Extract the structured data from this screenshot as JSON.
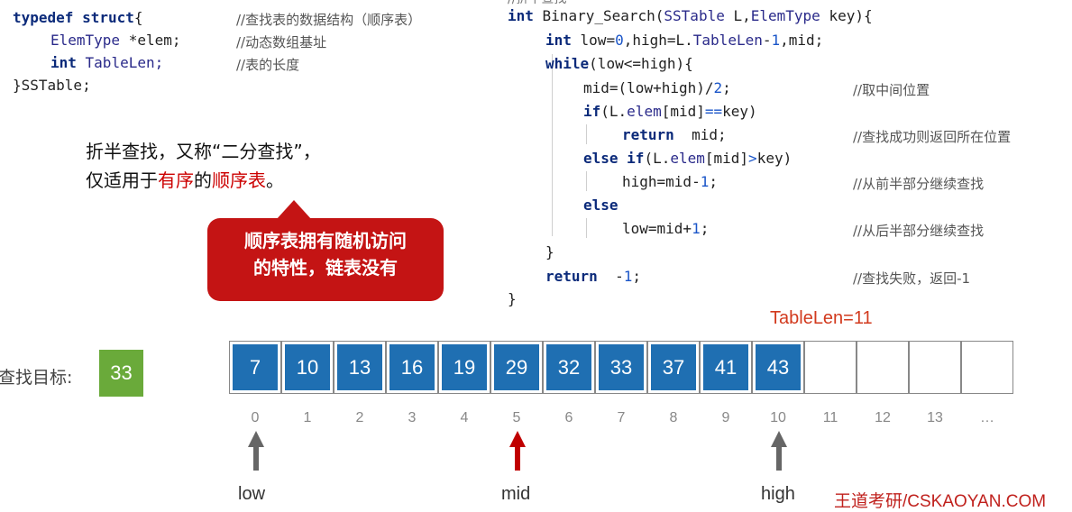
{
  "struct_code": {
    "line1_kw": "typedef struct",
    "line1_rest": "{",
    "line1_comment": "//查找表的数据结构（顺序表）",
    "line2_type": "ElemType",
    "line2_rest": " *elem;",
    "line2_comment": "//动态数组基址",
    "line3_kw": "int",
    "line3_rest": " TableLen;",
    "line3_comment": "//表的长度",
    "line4": "}SSTable;"
  },
  "note_text": {
    "line1": "折半查找，又称“二分查找”，",
    "line2_prefix": "仅适用于",
    "line2_red1": "有序",
    "line2_mid": "的",
    "line2_red2": "顺序表",
    "line2_suffix": "。"
  },
  "callout": {
    "line1": "顺序表拥有随机访问",
    "line2": "的特性，链表没有"
  },
  "search_code": {
    "top_comment": "//折半查找",
    "lines": [
      {
        "id": "sig",
        "comment": ""
      },
      {
        "id": "decl",
        "comment": ""
      },
      {
        "id": "while",
        "comment": ""
      },
      {
        "id": "mid",
        "comment": "//取中间位置"
      },
      {
        "id": "if",
        "comment": ""
      },
      {
        "id": "return_mid",
        "comment": "//查找成功则返回所在位置"
      },
      {
        "id": "elseif",
        "comment": ""
      },
      {
        "id": "high",
        "comment": "//从前半部分继续查找"
      },
      {
        "id": "else",
        "comment": ""
      },
      {
        "id": "low",
        "comment": "//从后半部分继续查找"
      },
      {
        "id": "close_while",
        "comment": ""
      },
      {
        "id": "return_fail",
        "comment": "//查找失败，返回-1"
      },
      {
        "id": "close_fn",
        "comment": ""
      }
    ],
    "sig_kw": "int",
    "sig_name": " Binary_Search(",
    "sig_type1": "SSTable",
    "sig_arg1": " L,",
    "sig_type2": "ElemType",
    "sig_arg2": " key){",
    "decl_kw": "int",
    "decl_a": " low=",
    "decl_n0": "0",
    "decl_b": ",high=L.",
    "decl_field": "TableLen",
    "decl_c": "-",
    "decl_n1": "1",
    "decl_d": ",mid;",
    "while_kw": "while",
    "while_rest": "(low<=high){",
    "mid_a": "mid=(low+high)/",
    "mid_n": "2",
    "mid_b": ";",
    "if_kw": "if",
    "if_a": "(L.",
    "if_field": "elem",
    "if_b": "[mid]",
    "if_op": "==",
    "if_c": "key)",
    "ret_kw": "return",
    "ret_rest": "  mid;",
    "elseif_kw": "else if",
    "elseif_a": "(L.",
    "elseif_field": "elem",
    "elseif_b": "[mid]",
    "elseif_op": ">",
    "elseif_c": "key)",
    "high_a": "high=mid-",
    "high_n": "1",
    "high_b": ";",
    "else_kw": "else",
    "low_a": "low=mid+",
    "low_n": "1",
    "low_b": ";",
    "close_while": "}",
    "retf_kw": "return",
    "retf_a": "  -",
    "retf_n": "1",
    "retf_b": ";",
    "close_fn": "}"
  },
  "table_len_label": "TableLen=11",
  "target": {
    "label": "查找目标:",
    "value": "33",
    "color": "#6aaa3a"
  },
  "array": {
    "values": [
      "7",
      "10",
      "13",
      "16",
      "19",
      "29",
      "32",
      "33",
      "37",
      "41",
      "43",
      "",
      "",
      "",
      ""
    ],
    "indices": [
      "0",
      "1",
      "2",
      "3",
      "4",
      "5",
      "6",
      "7",
      "8",
      "9",
      "10",
      "11",
      "12",
      "13",
      "…"
    ],
    "fill_color": "#1f6fb2"
  },
  "pointers": {
    "low": {
      "label": "low",
      "index": 0,
      "color": "#666666"
    },
    "mid": {
      "label": "mid",
      "index": 5,
      "color": "#c00000"
    },
    "high": {
      "label": "high",
      "index": 10,
      "color": "#666666"
    }
  },
  "watermark": "王道考研/CSKAOYAN.COM"
}
